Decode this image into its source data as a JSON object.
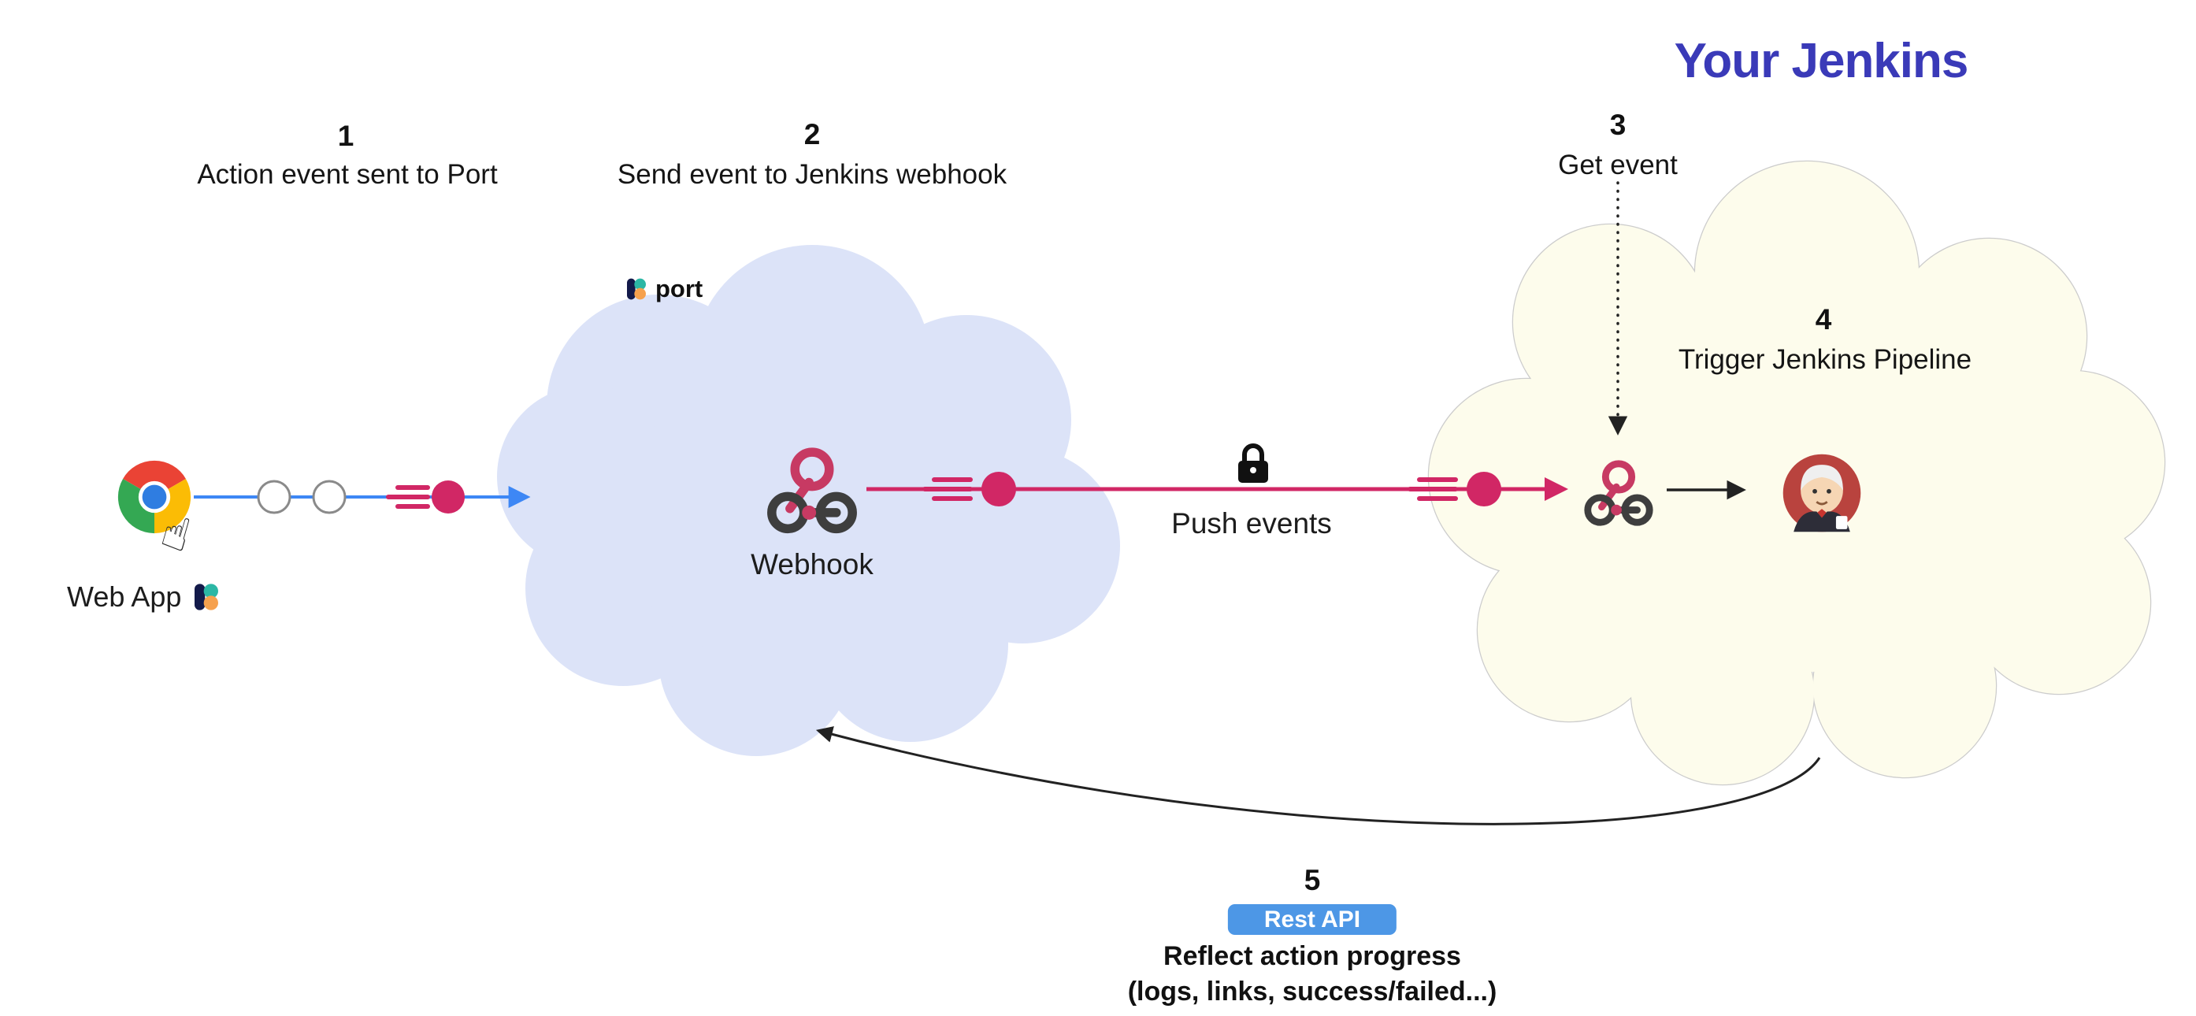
{
  "title": "Your Jenkins",
  "steps": [
    {
      "num": "1",
      "label": "Action event sent to Port"
    },
    {
      "num": "2",
      "label": "Send event to Jenkins webhook"
    },
    {
      "num": "3",
      "label": "Get event"
    },
    {
      "num": "4",
      "label": "Trigger Jenkins Pipeline"
    },
    {
      "num": "5",
      "badge": "Rest API",
      "line1": "Reflect action progress",
      "line2": "(logs, links, success/failed...)"
    }
  ],
  "labels": {
    "web_app": "Web App",
    "webhook": "Webhook",
    "push_events": "Push events",
    "port_wordmark": "port"
  },
  "glyphs": {
    "hand": "☝"
  },
  "icons": {
    "browser": "chrome-browser-icon",
    "click": "click-hand-icon",
    "lock": "lock-icon",
    "webhook": "webhook-icon",
    "jenkins": "jenkins-butler-icon",
    "port": "port-logo-icon"
  },
  "colors": {
    "title-blue": "#3a3ab8",
    "accent-pink": "#d12765",
    "arrow-blue": "#3d87f5",
    "port-cloud": "#dce3f8",
    "jenkins-cloud": "#fdfcec",
    "jenkins-cloud-border": "#cccccc",
    "badge-blue": "#4d97e6",
    "webhook-pink": "#c73a63",
    "webhook-gray": "#3e3e3e",
    "text-dark": "#151515"
  }
}
